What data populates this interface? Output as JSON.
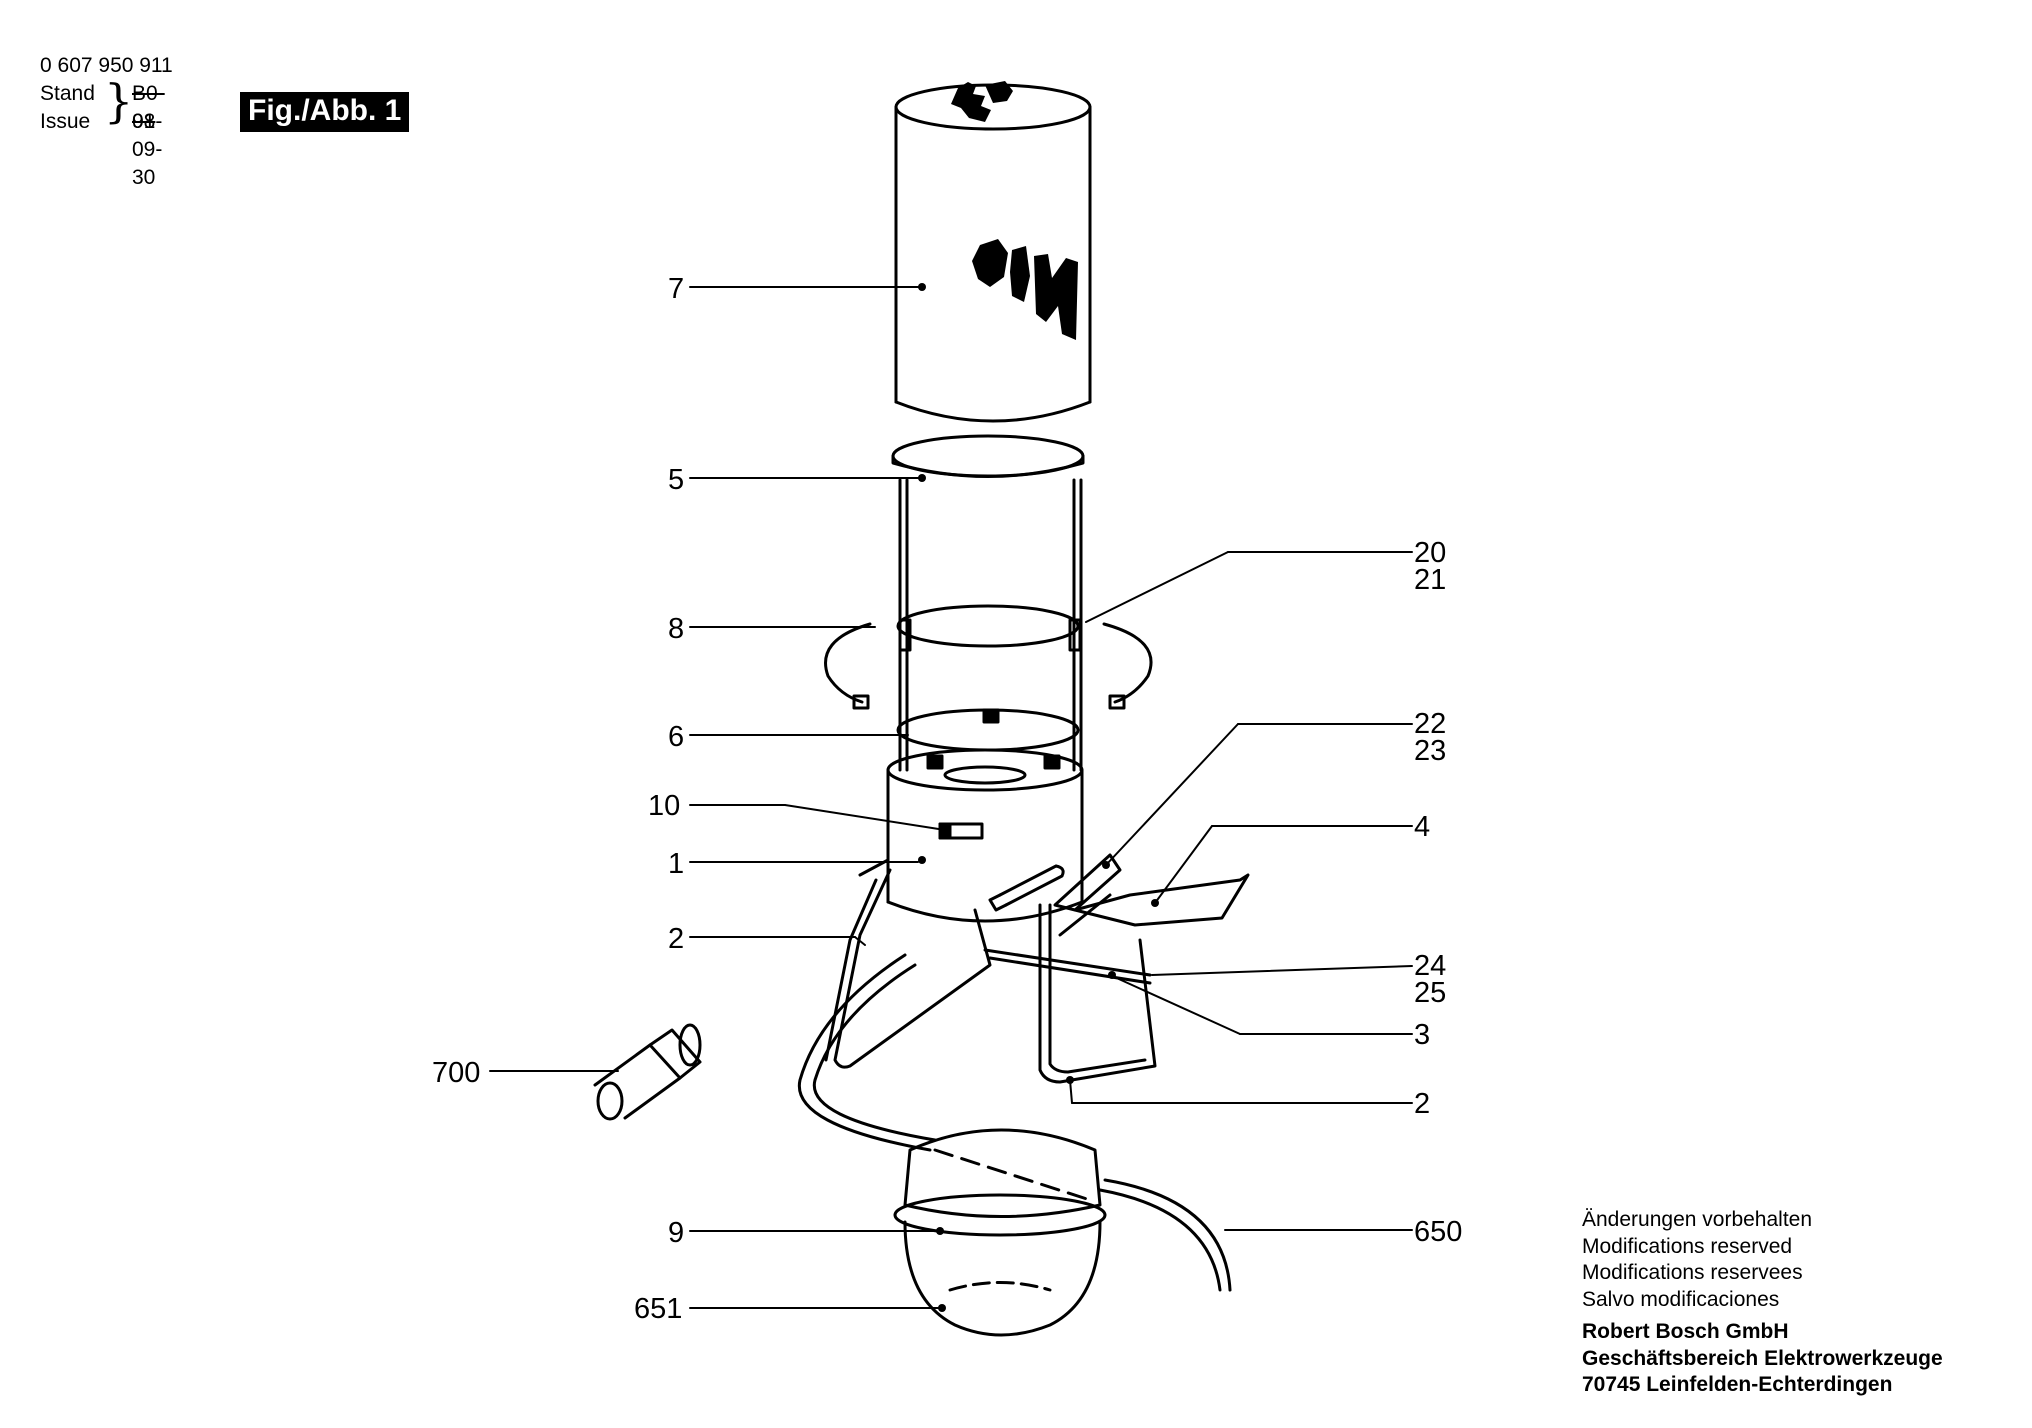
{
  "header": {
    "part_number": "0 607 950 911",
    "stand_label": "Stand",
    "issue_label": "Issue",
    "stand_value": "B0-01",
    "issue_value": "98-09-30"
  },
  "figure_label": "Fig./Abb. 1",
  "callouts": [
    {
      "id": "7",
      "text": "7"
    },
    {
      "id": "5",
      "text": "5"
    },
    {
      "id": "20",
      "text": "20"
    },
    {
      "id": "21",
      "text": "21"
    },
    {
      "id": "8",
      "text": "8"
    },
    {
      "id": "6",
      "text": "6"
    },
    {
      "id": "22",
      "text": "22"
    },
    {
      "id": "23",
      "text": "23"
    },
    {
      "id": "10",
      "text": "10"
    },
    {
      "id": "4",
      "text": "4"
    },
    {
      "id": "1",
      "text": "1"
    },
    {
      "id": "2a",
      "text": "2"
    },
    {
      "id": "24",
      "text": "24"
    },
    {
      "id": "25",
      "text": "25"
    },
    {
      "id": "3",
      "text": "3"
    },
    {
      "id": "700",
      "text": "700"
    },
    {
      "id": "2b",
      "text": "2"
    },
    {
      "id": "9",
      "text": "9"
    },
    {
      "id": "650",
      "text": "650"
    },
    {
      "id": "651",
      "text": "651"
    }
  ],
  "footer": {
    "notes": [
      "Änderungen vorbehalten",
      "Modifications reserved",
      "Modifications reservees",
      "Salvo modificaciones"
    ],
    "company": [
      "Robert Bosch GmbH",
      "Geschäftsbereich Elektrowerkzeuge",
      "70745 Leinfelden-Echterdingen"
    ]
  }
}
